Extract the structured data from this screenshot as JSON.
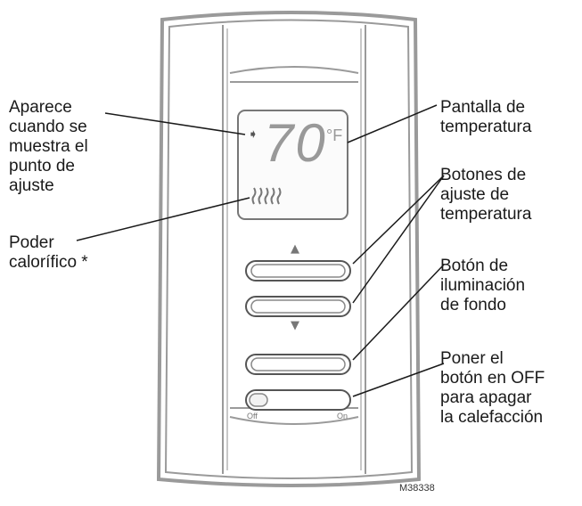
{
  "colors": {
    "outline": "#9a9a9a",
    "outline_dark": "#6e6e6e",
    "lcd_stroke": "#777777",
    "lcd_text": "#999999",
    "leader": "#1a1a1a",
    "text": "#1a1a1a"
  },
  "display": {
    "setpoint_arrow": "➧",
    "temperature": "70",
    "unit": "°F",
    "heat_icon": "heat-wave-icon"
  },
  "device": {
    "arrow_up": "▲",
    "arrow_down": "▼",
    "switch_off": "Off",
    "switch_on": "On"
  },
  "callouts": {
    "setpoint_indicator": "Aparece\ncuando se\nmuestra el\npunto de\najuste",
    "heat_output": "Poder\ncalorífico *",
    "temperature_display": "Pantalla de\ntemperatura",
    "temperature_buttons": "Botones de\najuste de\ntemperatura",
    "backlight_button": "Botón de\niluminación\nde fondo",
    "off_switch": "Poner el\nbotón en OFF\npara apagar\nla calefacción"
  },
  "figure_code": "M38338"
}
